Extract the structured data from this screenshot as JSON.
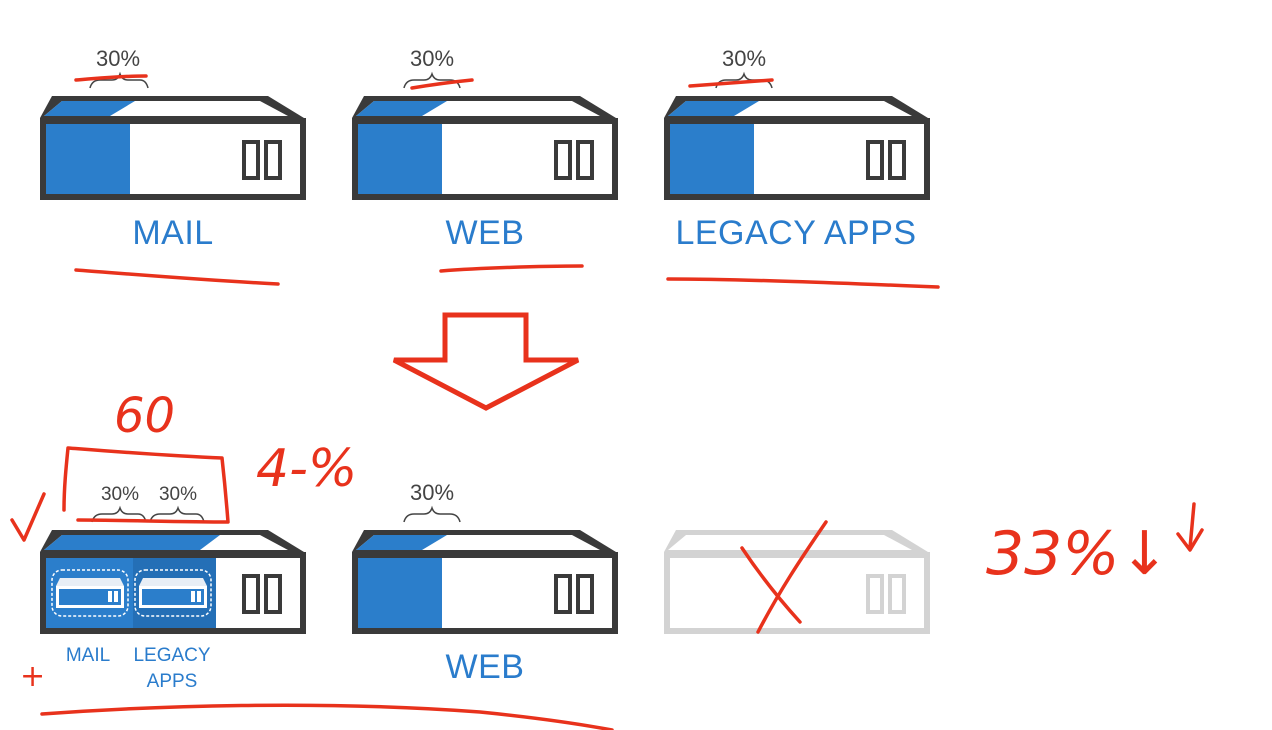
{
  "top_row": {
    "servers": [
      {
        "label": "MAIL",
        "utilization": "30%",
        "fill_fraction": 0.33
      },
      {
        "label": "WEB",
        "utilization": "30%",
        "fill_fraction": 0.33
      },
      {
        "label": "LEGACY APPS",
        "utilization": "30%",
        "fill_fraction": 0.33
      }
    ]
  },
  "bottom_row": {
    "consolidated": {
      "utilization_a": "30%",
      "utilization_b": "30%",
      "vm_label_a": "MAIL",
      "vm_label_b_line1": "LEGACY",
      "vm_label_b_line2": "APPS"
    },
    "web": {
      "label": "WEB",
      "utilization": "30%"
    },
    "removed": {
      "state": "decommissioned"
    }
  },
  "annotations": {
    "sum": "60",
    "result": "4-%",
    "savings": "33%↓",
    "check": "√",
    "plus": "+"
  },
  "colors": {
    "server_blue": "#2b7ecb",
    "server_outline": "#3a3a3a",
    "ink": "#e8321c",
    "label_blue": "#2a7ccc",
    "faded": "#d9d9d9"
  }
}
